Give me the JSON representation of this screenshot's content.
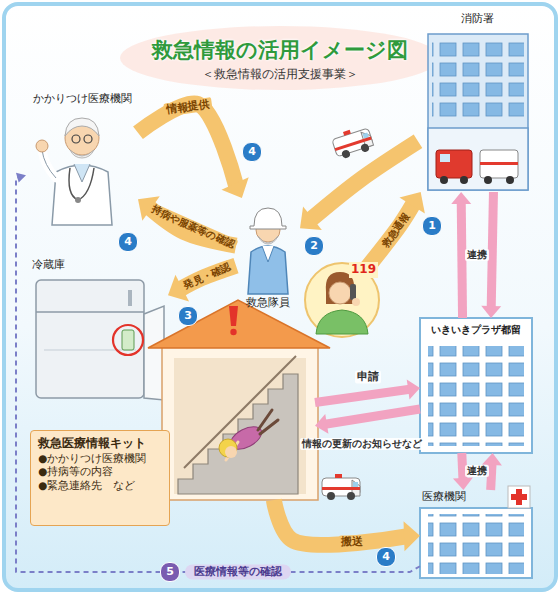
{
  "diagram": {
    "title": "救急情報の活用イメージ図",
    "nodes": [
      {
        "text": [
          "かかりつけ医療機関"
        ]
      },
      {
        "text": [
          "消防署"
        ]
      },
      {
        "text": [
          "救急隊員"
        ]
      },
      {
        "text": [
          "冷蔵庫"
        ]
      },
      {
        "text": [
          "119"
        ]
      },
      {
        "text": []
      },
      {
        "text": [
          "いきいきプラザ都留"
        ]
      },
      {
        "text": [
          "救急医療情報キット",
          "●かかりつけ医療機関",
          "●持病等の内容",
          "●緊急連絡先　など"
        ]
      },
      {
        "text": [
          "医療機関"
        ]
      }
    ],
    "edges": [
      {
        "from": 0,
        "to": 2,
        "label": "情報提供",
        "arrow": "to"
      },
      {
        "from": 2,
        "to": 0,
        "label": "持病や服薬等の確認",
        "arrow": "to"
      },
      {
        "from": 2,
        "to": 3,
        "label": "発見・確認",
        "arrow": "to"
      },
      {
        "from": 4,
        "to": 1,
        "label": "救急通報",
        "arrow": "to"
      },
      {
        "from": 1,
        "to": 2,
        "arrow": "to"
      },
      {
        "from": 6,
        "to": 1,
        "label": "連携",
        "arrow": "to"
      },
      {
        "from": 1,
        "to": 6,
        "arrow": "to"
      },
      {
        "from": 5,
        "to": 6,
        "label": "申請",
        "arrow": "to"
      },
      {
        "from": 6,
        "to": 5,
        "label": "情報の更新のお知らせなど",
        "arrow": "to"
      },
      {
        "from": 6,
        "to": 8,
        "label": "連携",
        "arrow": "to"
      },
      {
        "from": 8,
        "to": 6,
        "arrow": "to"
      },
      {
        "from": 5,
        "to": 8,
        "label": "搬送",
        "arrow": "to"
      },
      {
        "from": 8,
        "to": 0,
        "label": "医療情報等の確認",
        "arrow": "to"
      }
    ],
    "labels": [
      "＜救急情報の活用支援事業＞",
      "4",
      "4",
      "3",
      "2",
      "1",
      "4",
      "5"
    ]
  }
}
